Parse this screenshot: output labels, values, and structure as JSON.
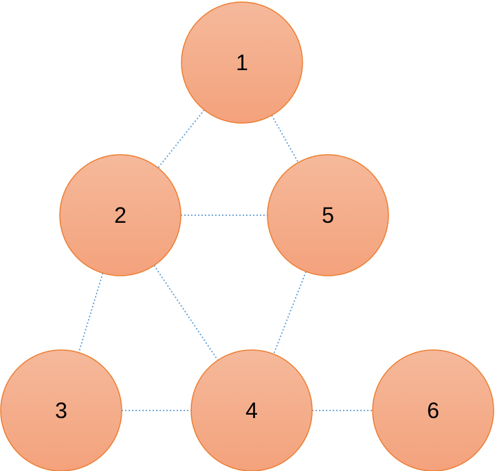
{
  "diagram": {
    "nodes": [
      {
        "id": "1",
        "label": "1"
      },
      {
        "id": "2",
        "label": "2"
      },
      {
        "id": "5",
        "label": "5"
      },
      {
        "id": "3",
        "label": "3"
      },
      {
        "id": "4",
        "label": "4"
      },
      {
        "id": "6",
        "label": "6"
      }
    ],
    "edges": [
      {
        "from": "1",
        "to": "2"
      },
      {
        "from": "1",
        "to": "5"
      },
      {
        "from": "2",
        "to": "5"
      },
      {
        "from": "2",
        "to": "3"
      },
      {
        "from": "2",
        "to": "4"
      },
      {
        "from": "5",
        "to": "4"
      },
      {
        "from": "3",
        "to": "4"
      },
      {
        "from": "4",
        "to": "6"
      }
    ],
    "colors": {
      "node_fill_top": "#f5b99b",
      "node_fill_bottom": "#f4a27c",
      "node_border": "#ed7d31",
      "edge": "#5b9bd5",
      "label": "#000000"
    }
  }
}
